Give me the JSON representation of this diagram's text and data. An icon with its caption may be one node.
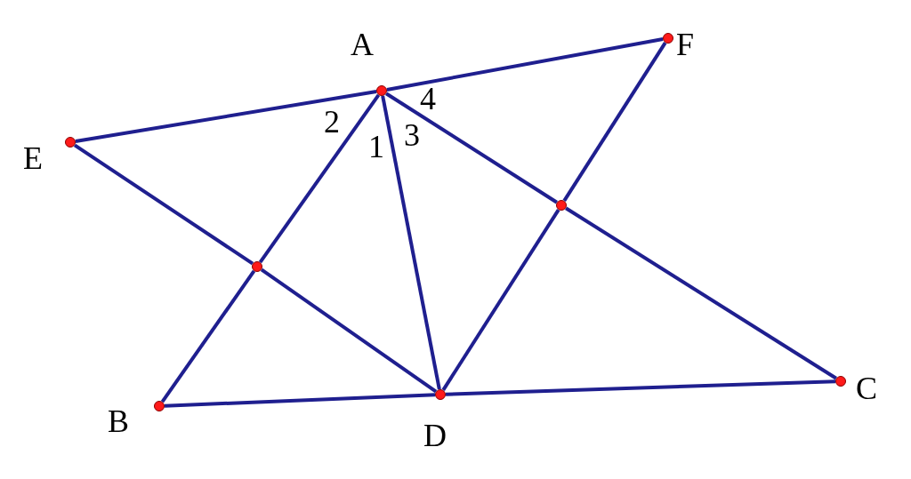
{
  "diagram": {
    "nodes": [
      {
        "text": [],
        "shape": "circle",
        "beside": [
          "A"
        ]
      },
      {
        "text": [],
        "shape": "circle",
        "beside": [
          "F"
        ]
      },
      {
        "text": [],
        "shape": "circle",
        "beside": [
          "E"
        ]
      },
      {
        "text": [],
        "shape": "circle",
        "beside": [
          "B"
        ]
      },
      {
        "text": [],
        "shape": "circle",
        "beside": [
          "D"
        ]
      },
      {
        "text": [],
        "shape": "circle",
        "beside": [
          "C"
        ]
      },
      {
        "text": [],
        "shape": "circle"
      },
      {
        "text": [],
        "shape": "circle"
      }
    ],
    "edges": [
      {
        "from": 2,
        "to": 0,
        "arrow": "none"
      },
      {
        "from": 0,
        "to": 1,
        "arrow": "none"
      },
      {
        "from": 2,
        "to": 6,
        "arrow": "none"
      },
      {
        "from": 6,
        "to": 4,
        "arrow": "none"
      },
      {
        "from": 0,
        "to": 6,
        "arrow": "none"
      },
      {
        "from": 6,
        "to": 3,
        "arrow": "none"
      },
      {
        "from": 3,
        "to": 4,
        "arrow": "none"
      },
      {
        "from": 4,
        "to": 5,
        "arrow": "none"
      },
      {
        "from": 0,
        "to": 4,
        "arrow": "none"
      },
      {
        "from": 0,
        "to": 7,
        "arrow": "none"
      },
      {
        "from": 7,
        "to": 5,
        "arrow": "none"
      },
      {
        "from": 1,
        "to": 7,
        "arrow": "none"
      },
      {
        "from": 7,
        "to": 4,
        "arrow": "none"
      }
    ],
    "labels": [
      "4",
      "2",
      "3",
      "1"
    ]
  }
}
